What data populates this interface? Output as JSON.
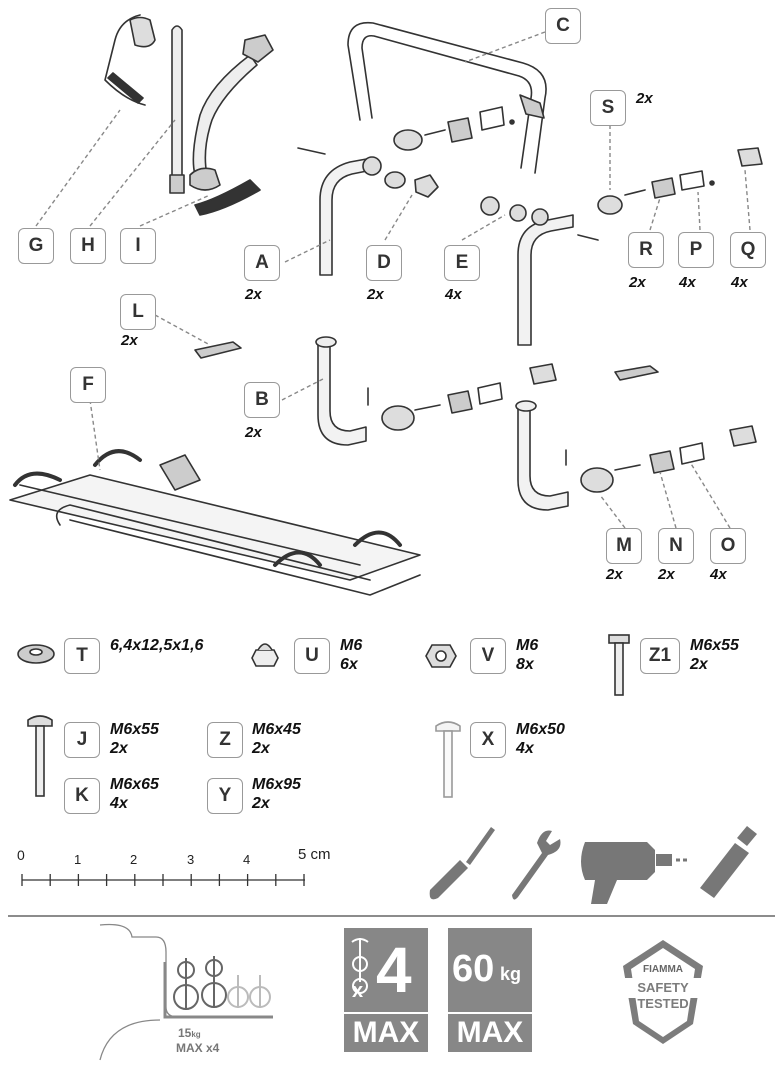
{
  "parts": {
    "A": {
      "letter": "A",
      "qty": "2x"
    },
    "B": {
      "letter": "B",
      "qty": "2x"
    },
    "C": {
      "letter": "C"
    },
    "D": {
      "letter": "D",
      "qty": "2x"
    },
    "E": {
      "letter": "E",
      "qty": "4x"
    },
    "F": {
      "letter": "F"
    },
    "G": {
      "letter": "G"
    },
    "H": {
      "letter": "H"
    },
    "I": {
      "letter": "I"
    },
    "L": {
      "letter": "L",
      "qty": "2x"
    },
    "M": {
      "letter": "M",
      "qty": "2x"
    },
    "N": {
      "letter": "N",
      "qty": "2x"
    },
    "O": {
      "letter": "O",
      "qty": "4x"
    },
    "P": {
      "letter": "P",
      "qty": "4x"
    },
    "Q": {
      "letter": "Q",
      "qty": "4x"
    },
    "R": {
      "letter": "R",
      "qty": "2x"
    },
    "S": {
      "letter": "S",
      "qty": "2x"
    }
  },
  "hardware": {
    "T": {
      "letter": "T",
      "spec": "6,4x12,5x1,6"
    },
    "U": {
      "letter": "U",
      "spec": "M6",
      "qty": "6x"
    },
    "V": {
      "letter": "V",
      "spec": "M6",
      "qty": "8x"
    },
    "Z1": {
      "letter": "Z1",
      "spec": "M6x55",
      "qty": "2x"
    },
    "J": {
      "letter": "J",
      "spec": "M6x55",
      "qty": "2x"
    },
    "K": {
      "letter": "K",
      "spec": "M6x65",
      "qty": "4x"
    },
    "Z": {
      "letter": "Z",
      "spec": "M6x45",
      "qty": "2x"
    },
    "Y": {
      "letter": "Y",
      "spec": "M6x95",
      "qty": "2x"
    },
    "X": {
      "letter": "X",
      "spec": "M6x50",
      "qty": "4x"
    }
  },
  "scale": {
    "ticks": [
      "0",
      "1",
      "2",
      "3",
      "4"
    ],
    "end_label": "5 cm"
  },
  "tools": [
    "screwdriver-icon",
    "wrench-icon",
    "drill-icon",
    "grease-tube-icon"
  ],
  "footer": {
    "per_bike_weight": "15kg",
    "per_bike_weight_num": "15",
    "per_bike_weight_unit": "kg",
    "per_bike_max": "MAX x4",
    "bikes_badge": {
      "prefix": "x",
      "number": "4",
      "label": "MAX"
    },
    "weight_badge": {
      "number": "60",
      "unit": "kg",
      "label": "MAX"
    },
    "seal": {
      "brand": "FIAMMA",
      "line1": "SAFETY",
      "line2": "TESTED"
    }
  },
  "colors": {
    "badge_grey": "#878787",
    "label_border": "#999999",
    "line_grey": "#888888"
  }
}
